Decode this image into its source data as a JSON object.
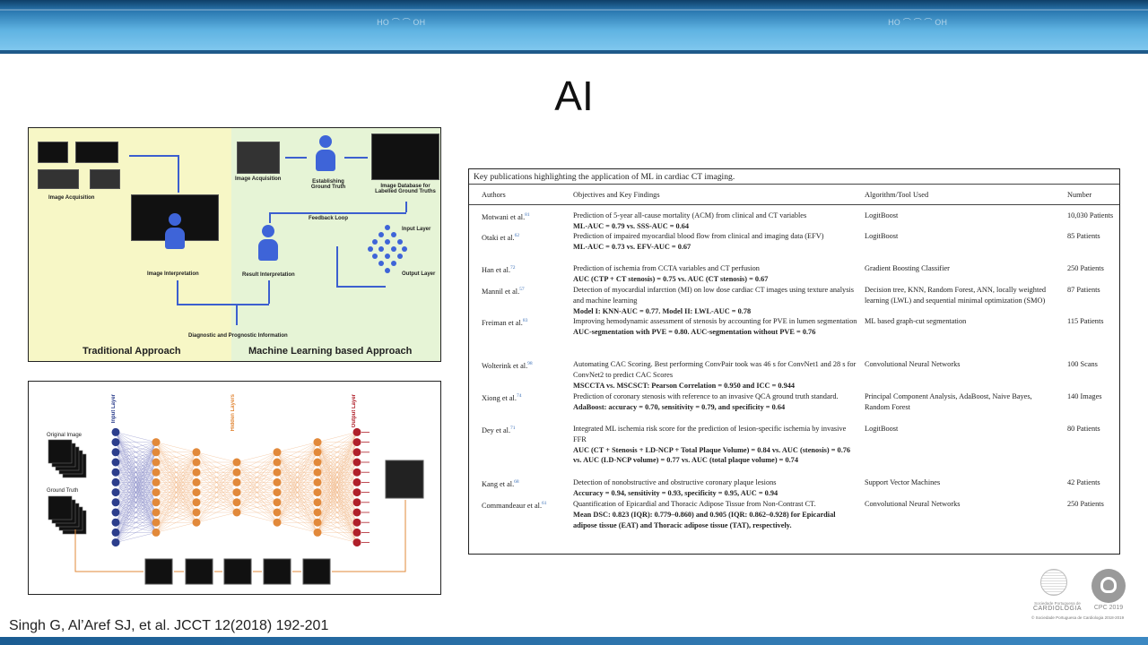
{
  "slide": {
    "title": "AI",
    "citation": "Singh G, Al’Aref SJ, et al. JCCT 12(2018) 192-201"
  },
  "figure1": {
    "labels": {
      "image_acquisition_left": "Image Acquisition",
      "image_acquisition_right": "Image Acquisition",
      "establishing_ground_truth": "Establishing Ground Truth",
      "image_database": "Image Database for Labelled Ground Truths",
      "feedback_loop": "Feedback Loop",
      "input_layer": "Input Layer",
      "output_layer": "Output Layer",
      "image_interpretation": "Image Interpretation",
      "result_interpretation": "Result Interpretation",
      "diagnostic_info": "Diagnostic and Prognostic Information"
    },
    "traditional_label": "Traditional Approach",
    "ml_label": "Machine Learning based Approach"
  },
  "figure2": {
    "input_layer": "Input Layer",
    "hidden_layers": "Hidden Layers",
    "output_layer": "Output Layer",
    "original_image": "Original Image",
    "ground_truth": "Ground Truth"
  },
  "table": {
    "caption": "Key publications highlighting the application of ML in cardiac CT imaging.",
    "headers": [
      "Authors",
      "Objectives and Key Findings",
      "Algorithm/Tool Used",
      "Number"
    ],
    "rows": [
      {
        "author": "Motwani et al.",
        "ref": "81",
        "objective": "Prediction of 5-year all-cause mortality (ACM) from clinical and CT variables",
        "finding": "ML-AUC = 0.79 vs. SSS-AUC = 0.64",
        "algorithm": "LogitBoost",
        "number": "10,030 Patients"
      },
      {
        "author": "Otaki et al.",
        "ref": "62",
        "objective": "Prediction of impaired myocardial blood flow from clinical and imaging data (EFV)",
        "finding": "ML-AUC = 0.73 vs. EFV-AUC = 0.67",
        "algorithm": "LogitBoost",
        "number": "85 Patients"
      },
      {
        "author": "Han et al.",
        "ref": "72",
        "objective": "Prediction of ischemia from CCTA variables and CT perfusion",
        "finding": "AUC (CTP + CT stenosis) = 0.75 vs. AUC (CT stenosis) = 0.67",
        "algorithm": "Gradient Boosting Classifier",
        "number": "250 Patients"
      },
      {
        "author": "Mannil et al.",
        "ref": "57",
        "objective": "Detection of myocardial infarction (MI) on low dose cardiac CT images using texture analysis and machine learning",
        "finding": "Model I: KNN-AUC = 0.77. Model II: LWL-AUC = 0.78",
        "algorithm": "Decision tree, KNN, Random Forest, ANN, locally weighted learning (LWL) and sequential minimal optimization (SMO)",
        "number": "87 Patients"
      },
      {
        "author": "Freiman et al.",
        "ref": "83",
        "objective": "Improving hemodynamic assessment of stenosis by accounting for PVE in lumen segmentation",
        "finding": "AUC-segmentation with PVE = 0.80. AUC-segmentation without PVE = 0.76",
        "algorithm": "ML based graph-cut segmentation",
        "number": "115 Patients"
      },
      {
        "author": "Wolterink et al.",
        "ref": "98",
        "objective": "Automating CAC Scoring. Best performing ConvPair took was 46 s for ConvNet1 and 28 s for ConvNet2 to predict CAC Scores",
        "finding": "MSCCTA vs. MSCSCT: Pearson Correlation = 0.950 and ICC = 0.944",
        "algorithm": "Convolutional Neural Networks",
        "number": "100 Scans"
      },
      {
        "author": "Xiong et al.",
        "ref": "74",
        "objective": "Prediction of coronary stenosis with reference to an invasive QCA ground truth standard.",
        "finding": "AdaBoost: accuracy = 0.70, sensitivity = 0.79, and specificity = 0.64",
        "algorithm": "Principal Component Analysis, AdaBoost, Naive Bayes, Random Forest",
        "number": "140 Images"
      },
      {
        "author": "Dey et al.",
        "ref": "71",
        "objective": "Integrated ML ischemia risk score for the prediction of lesion-specific ischemia by invasive FFR",
        "finding": "AUC (CT + Stenosis + LD-NCP + Total Plaque Volume) = 0.84 vs. AUC (stenosis) = 0.76 vs. AUC (LD-NCP volume) = 0.77 vs. AUC (total plaque volume) = 0.74",
        "algorithm": "LogitBoost",
        "number": "80 Patients"
      },
      {
        "author": "Kang et al.",
        "ref": "68",
        "objective": "Detection of nonobstructive and obstructive coronary plaque lesions",
        "finding": "Accuracy = 0.94, sensitivity = 0.93, specificity = 0.95, AUC = 0.94",
        "algorithm": "Support Vector Machines",
        "number": "42 Patients"
      },
      {
        "author": "Commandeaur et al.",
        "ref": "61",
        "objective": "Quantification of Epicardial and Thoracic Adipose Tissue from Non-Contrast CT.",
        "finding": "Mean DSC: 0.823 (IQR): 0.779–0.860) and 0.905 (IQR: 0.862–0.928) for Epicardial adipose tissue (EAT) and Thoracic adipose tissue (TAT), respectively.",
        "algorithm": "Convolutional Neural Networks",
        "number": "250 Patients"
      }
    ]
  },
  "logos": {
    "spc_small": "Sociedade Portuguesa de",
    "spc_name": "CARDIOLOGIA",
    "cpc": "CPC 2019",
    "copyright": "© Sociedade Portuguesa de Cardiologia 2018-2019"
  },
  "colors": {
    "banner": "#2a78b0",
    "traditional_bg": "#f7f7c6",
    "ml_bg": "#e6f4d6",
    "doctor_blue": "#3e64d8",
    "nn_blue": "#2c3e8c",
    "nn_orange": "#e2893a",
    "nn_red": "#b0202a"
  }
}
